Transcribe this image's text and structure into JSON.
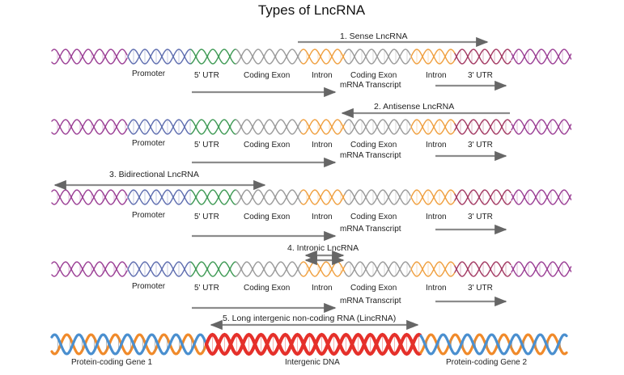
{
  "title": "Types of LncRNA",
  "gene_labels": {
    "promoter": "Promoter",
    "utr5": "5' UTR",
    "coding_exon_1": "Coding Exon",
    "intron_1": "Intron",
    "coding_exon_2": "Coding Exon",
    "intron_2": "Intron",
    "utr3": "3' UTR",
    "mrna": "mRNA Transcript"
  },
  "types": [
    {
      "label": "1. Sense LncRNA"
    },
    {
      "label": "2. Antisense LncRNA"
    },
    {
      "label": "3. Bidirectional LncRNA"
    },
    {
      "label": "4. Intronic LncRNA"
    },
    {
      "label": "5. Long intergenic non-coding RNA (LincRNA)"
    }
  ],
  "intergenic": {
    "left_gene": "Protein-coding Gene 1",
    "middle": "Intergenic DNA",
    "right_gene": "Protein-coding Gene 2"
  },
  "colors": {
    "upstream": "#9b3f95",
    "promoter": "#5f6eb0",
    "utr5": "#3f9a55",
    "coding": "#9a9a9a",
    "intron": "#f0a040",
    "utr3": "#a33a63",
    "arrow": "#8c8c8c",
    "gene_orange": "#f08a2a",
    "gene_blue": "#4a8fcf",
    "intergenic_red": "#e5302a"
  }
}
